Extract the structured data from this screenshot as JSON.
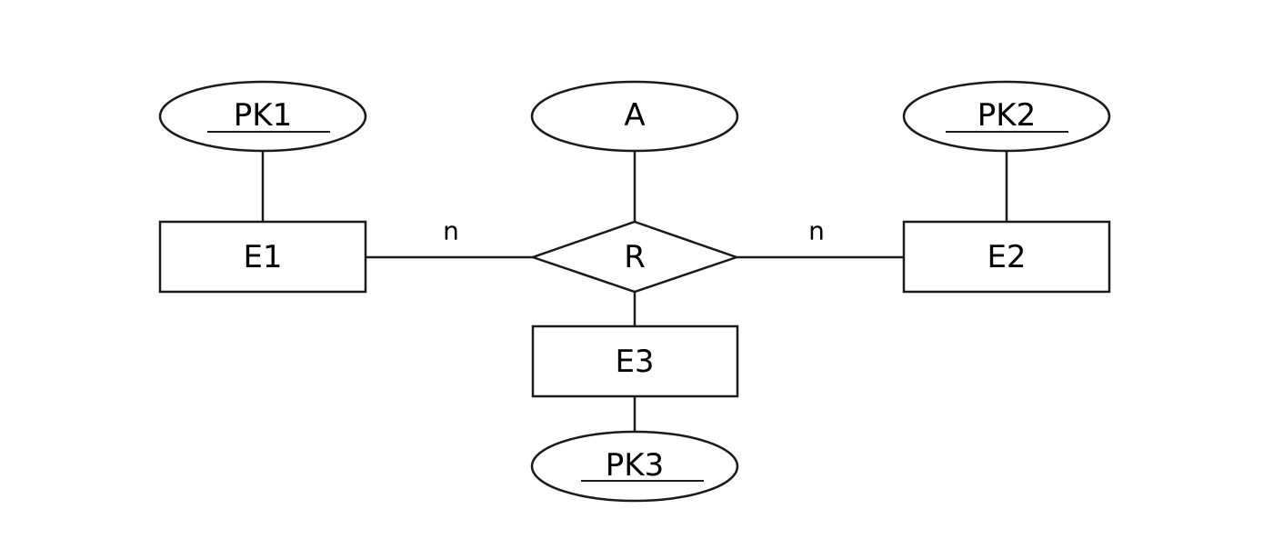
{
  "entities": {
    "e1": "E1",
    "e2": "E2",
    "e3": "E3"
  },
  "relationship": {
    "r": "R"
  },
  "attributes": {
    "pk1": "PK1",
    "pk2": "PK2",
    "pk3": "PK3",
    "a": "A"
  },
  "cardinalities": {
    "left": "n",
    "right": "n"
  }
}
